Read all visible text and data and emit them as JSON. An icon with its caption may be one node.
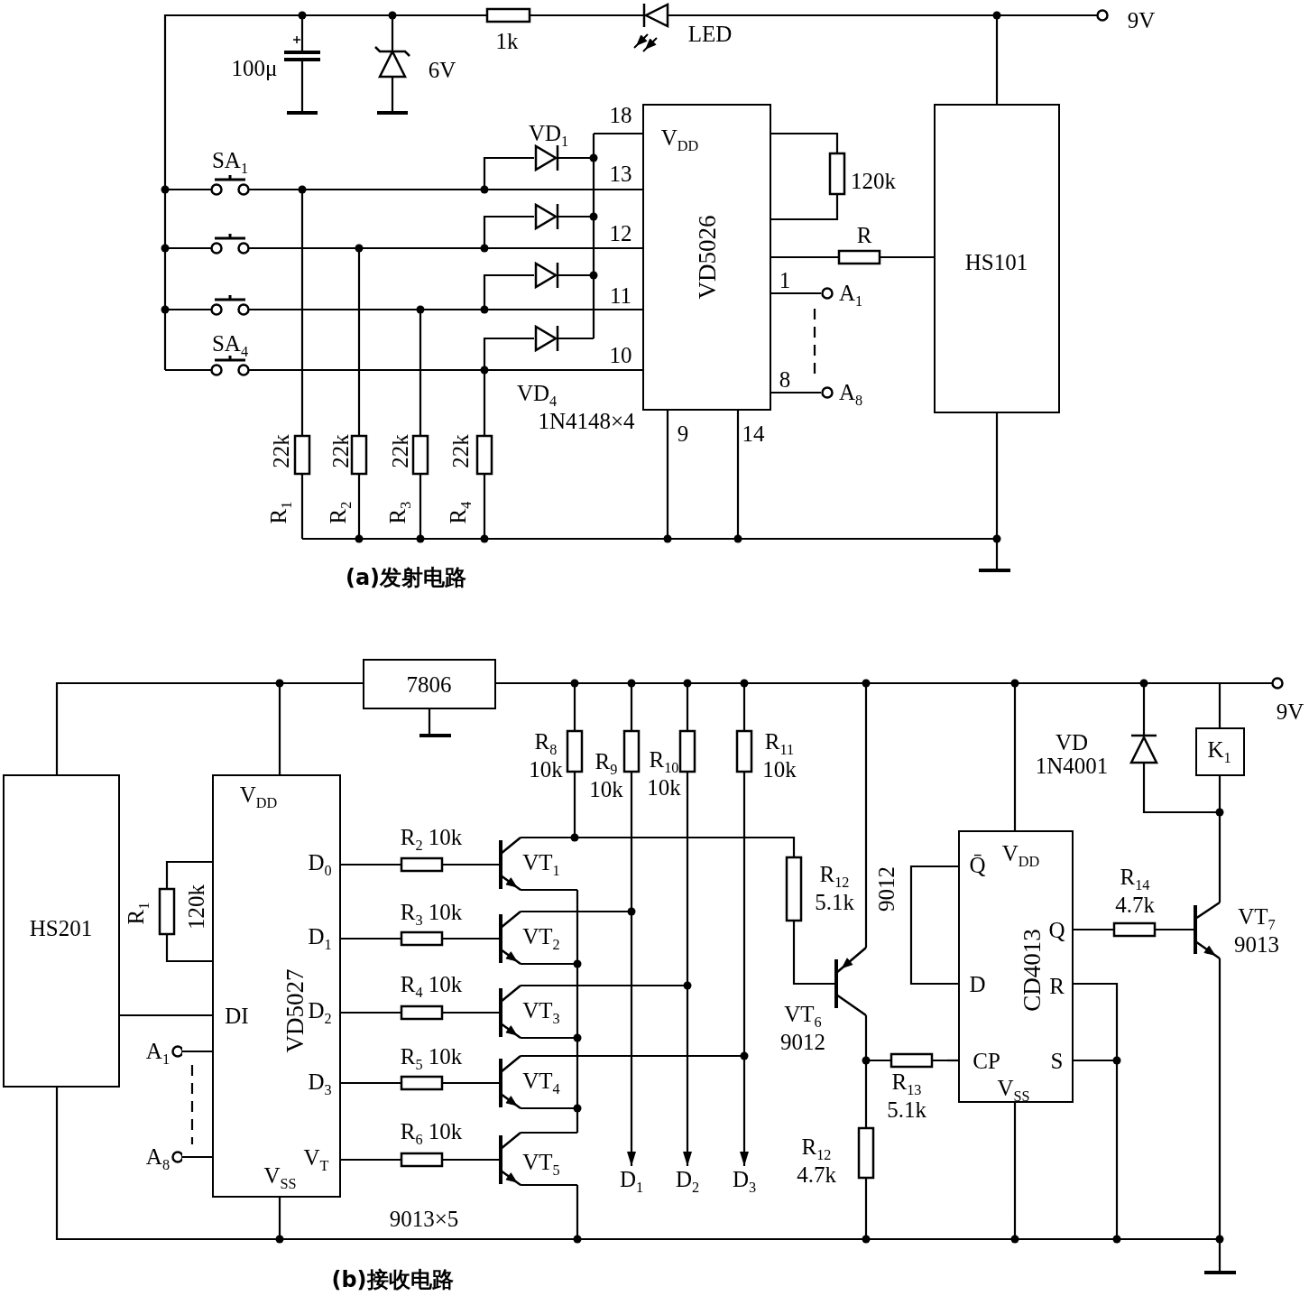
{
  "diagram": {
    "nodes": [
      {
        "text": [
          "VD5026",
          "V$_{DD}$"
        ],
        "beside": [
          "18",
          "13",
          "12",
          "11",
          "10",
          "1",
          "8",
          "9",
          "14"
        ]
      },
      {
        "text": [
          "HS101"
        ]
      },
      {
        "text": [
          "HS201"
        ]
      },
      {
        "text": [
          "VD5027",
          "V$_{DD}$",
          "DI",
          "D$_{0}$",
          "D$_{1}$",
          "D$_{2}$",
          "D$_{3}$",
          "V$_{SS}$",
          "V$_{T}$"
        ]
      },
      {
        "text": [
          "7806"
        ]
      },
      {
        "text": [
          "CD4013",
          "Q̄",
          "V$_{DD}$",
          "D",
          "CP",
          "V$_{SS}$",
          "Q",
          "R",
          "S"
        ]
      },
      {
        "text": [
          "K$_{1}$"
        ]
      },
      {
        "text": [
          "D$_{1}$"
        ]
      },
      {
        "text": [
          "D$_{2}$"
        ]
      },
      {
        "text": [
          "D$_{3}$"
        ]
      },
      {
        "text": [
          "A$_{1}$"
        ]
      },
      {
        "text": [
          "A$_{8}$"
        ]
      },
      {
        "text": [
          "A$_{1}$"
        ]
      },
      {
        "text": [
          "A$_{8}$"
        ]
      }
    ],
    "edges": [
      {
        "from": 0,
        "to": 1,
        "arrow": "none",
        "label": "R"
      },
      {
        "from": 2,
        "to": 3,
        "arrow": "none"
      },
      {
        "from": 2,
        "to": 4,
        "arrow": "none"
      },
      {
        "from": 4,
        "to": 3,
        "arrow": "none"
      },
      {
        "from": null,
        "to": 7,
        "arrow": "to"
      },
      {
        "from": null,
        "to": 8,
        "arrow": "to"
      },
      {
        "from": null,
        "to": 9,
        "arrow": "to"
      },
      {
        "from": 4,
        "to": 5,
        "arrow": "none"
      },
      {
        "from": 4,
        "to": 6,
        "arrow": "none"
      },
      {
        "from": 2,
        "to": 3,
        "arrow": "none"
      },
      {
        "from": 0,
        "to": 1,
        "arrow": "none"
      },
      {
        "from": 1,
        "to": null,
        "arrow": "none"
      },
      {
        "from": null,
        "to": 0,
        "arrow": "none"
      },
      {
        "from": null,
        "to": 0,
        "arrow": "none"
      },
      {
        "from": null,
        "to": 0,
        "arrow": "none"
      },
      {
        "from": null,
        "to": 0,
        "arrow": "none"
      },
      {
        "from": null,
        "to": 0,
        "arrow": "none"
      },
      {
        "from": 0,
        "to": null,
        "arrow": "none"
      },
      {
        "from": null,
        "to": 0,
        "arrow": "none"
      },
      {
        "from": 0,
        "to": 10,
        "arrow": "none"
      },
      {
        "from": 0,
        "to": 11,
        "arrow": "none"
      },
      {
        "from": null,
        "to": 3,
        "arrow": "none"
      },
      {
        "from": null,
        "to": 3,
        "arrow": "none"
      },
      {
        "from": 12,
        "to": 3,
        "arrow": "none"
      },
      {
        "from": 13,
        "to": 3,
        "arrow": "none"
      },
      {
        "from": 3,
        "to": null,
        "arrow": "none"
      },
      {
        "from": 3,
        "to": null,
        "arrow": "none"
      },
      {
        "from": 3,
        "to": null,
        "arrow": "none"
      },
      {
        "from": 3,
        "to": null,
        "arrow": "none"
      },
      {
        "from": 3,
        "to": null,
        "arrow": "none"
      },
      {
        "from": 4,
        "to": null,
        "arrow": "none"
      },
      {
        "from": 5,
        "to": 5,
        "arrow": "none"
      },
      {
        "from": 5,
        "to": null,
        "arrow": "none"
      },
      {
        "from": 5,
        "to": null,
        "arrow": "none"
      },
      {
        "from": 5,
        "to": null,
        "arrow": "none"
      },
      {
        "from": null,
        "to": 5,
        "arrow": "none"
      },
      {
        "from": 6,
        "to": null,
        "arrow": "none"
      }
    ],
    "labels": [
      "100μ",
      "6V",
      "1k",
      "LED",
      "9V",
      "VD$_{1}$",
      "SA$_{1}$",
      "120k",
      "SA$_{4}$",
      "VD$_{4}$",
      "1N4148×4",
      "22k",
      "R$_{1}$",
      "22k",
      "R$_{2}$",
      "22k",
      "R$_{3}$",
      "22k",
      "R$_{4}$",
      "(a)发射电路",
      "VD 1N4001",
      "9V",
      "R$_{8}$ 10k",
      "R$_{9}$ 10k",
      "R$_{10}$ 10k",
      "R$_{11}$ 10k",
      "R$_{1}$",
      "120k",
      "R$_{2}$ 10k",
      "VT$_{1}$",
      "R$_{3}$ 10k",
      "VT$_{2}$",
      "R$_{12}$ 5.1k",
      "9012",
      "R$_{14}$ 4.7k",
      "VT$_{7}$ 9013",
      "R$_{4}$ 10k",
      "VT$_{3}$",
      "VT$_{6}$ 9012",
      "R$_{5}$ 10k",
      "VT$_{4}$",
      "R$_{13}$ 5.1k",
      "R$_{6}$ 10k",
      "VT$_{5}$",
      "R$_{12}$ 4.7k",
      "9013×5",
      "(b)接收电路"
    ]
  }
}
